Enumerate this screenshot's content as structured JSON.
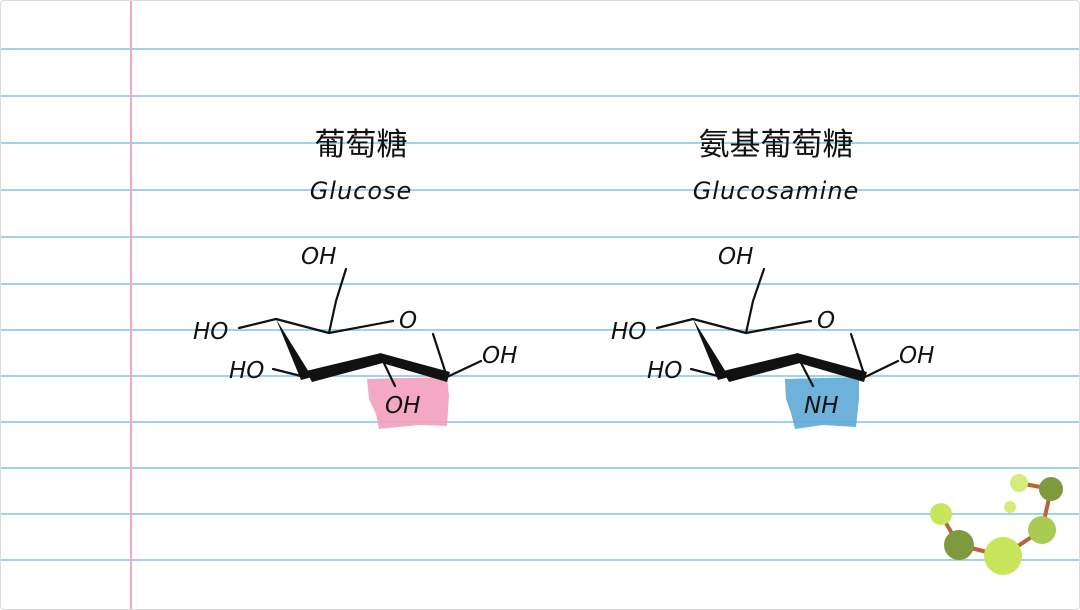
{
  "glucose": {
    "name_cn": "葡萄糖",
    "name_en": "Glucose",
    "labels": {
      "oh_top": "OH",
      "ring_o": "O",
      "ho_left": "HO",
      "ho_lower": "HO",
      "oh_right": "OH",
      "oh_highlight": "OH"
    },
    "highlight_color": "#f2a0bd"
  },
  "glucosamine": {
    "name_cn": "氨基葡萄糖",
    "name_en": "Glucosamine",
    "labels": {
      "oh_top": "OH",
      "ring_o": "O",
      "ho_left": "HO",
      "ho_lower": "HO",
      "oh_right": "OH",
      "nh_highlight": "NH"
    },
    "highlight_color": "#5ea9d6"
  },
  "colors": {
    "ruled_line": "#9fd3ea",
    "margin_line": "#f0a8bc",
    "ink": "#111111"
  }
}
